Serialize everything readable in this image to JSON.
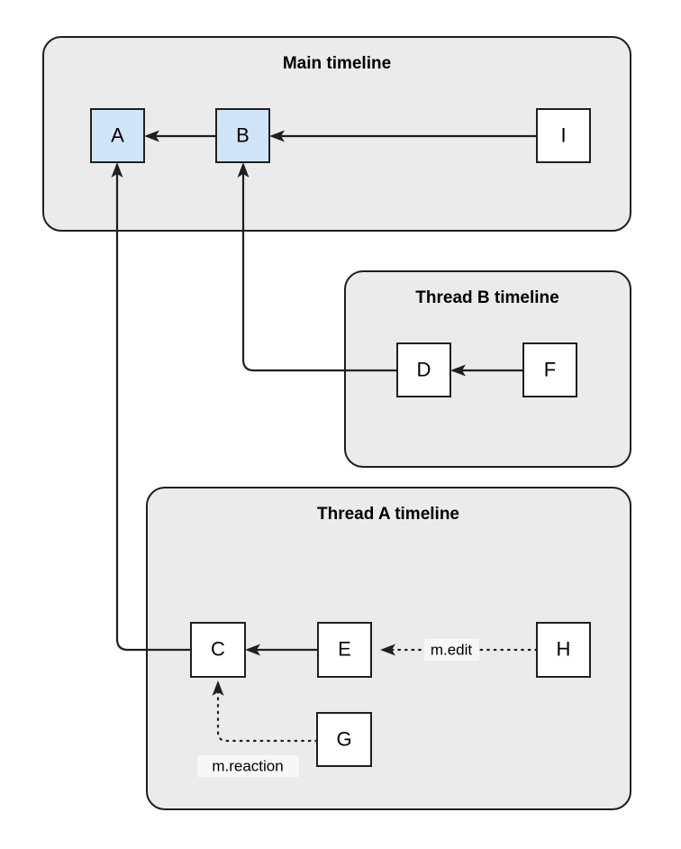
{
  "diagram": {
    "title": "Matrix threaded event timelines",
    "background_color": "#ffffff",
    "groups": [
      {
        "id": "main",
        "label": "Main timeline",
        "fill": "#ebebeb",
        "stroke": "#1f1f1f"
      },
      {
        "id": "thread_b",
        "label": "Thread B timeline",
        "fill": "#ebebeb",
        "stroke": "#1f1f1f"
      },
      {
        "id": "thread_a",
        "label": "Thread A timeline",
        "fill": "#ebebeb",
        "stroke": "#1f1f1f"
      }
    ],
    "nodes": [
      {
        "id": "A",
        "label": "A",
        "group": "main",
        "fill": "#cfe5f7",
        "stroke": "#1f1f1f"
      },
      {
        "id": "B",
        "label": "B",
        "group": "main",
        "fill": "#cfe5f7",
        "stroke": "#1f1f1f"
      },
      {
        "id": "I",
        "label": "I",
        "group": "main",
        "fill": "#ffffff",
        "stroke": "#1f1f1f"
      },
      {
        "id": "D",
        "label": "D",
        "group": "thread_b",
        "fill": "#ffffff",
        "stroke": "#1f1f1f"
      },
      {
        "id": "F",
        "label": "F",
        "group": "thread_b",
        "fill": "#ffffff",
        "stroke": "#1f1f1f"
      },
      {
        "id": "C",
        "label": "C",
        "group": "thread_a",
        "fill": "#ffffff",
        "stroke": "#1f1f1f"
      },
      {
        "id": "E",
        "label": "E",
        "group": "thread_a",
        "fill": "#ffffff",
        "stroke": "#1f1f1f"
      },
      {
        "id": "H",
        "label": "H",
        "group": "thread_a",
        "fill": "#ffffff",
        "stroke": "#1f1f1f"
      },
      {
        "id": "G",
        "label": "G",
        "group": "thread_a",
        "fill": "#ffffff",
        "stroke": "#1f1f1f"
      }
    ],
    "edges": [
      {
        "id": "b-to-a",
        "from": "B",
        "to": "A",
        "style": "solid",
        "label": ""
      },
      {
        "id": "i-to-b",
        "from": "I",
        "to": "B",
        "style": "solid",
        "label": ""
      },
      {
        "id": "f-to-d",
        "from": "F",
        "to": "D",
        "style": "solid",
        "label": ""
      },
      {
        "id": "d-to-b",
        "from": "D",
        "to": "B",
        "style": "solid",
        "label": ""
      },
      {
        "id": "e-to-c",
        "from": "E",
        "to": "C",
        "style": "solid",
        "label": ""
      },
      {
        "id": "c-to-a",
        "from": "C",
        "to": "A",
        "style": "solid",
        "label": ""
      },
      {
        "id": "h-to-e",
        "from": "H",
        "to": "E",
        "style": "dotted",
        "label": "m.edit"
      },
      {
        "id": "g-to-c",
        "from": "G",
        "to": "C",
        "style": "dotted",
        "label": "m.reaction"
      }
    ],
    "labels": {
      "main_timeline": "Main timeline",
      "thread_b_timeline": "Thread B timeline",
      "thread_a_timeline": "Thread A timeline",
      "node_a": "A",
      "node_b": "B",
      "node_c": "C",
      "node_d": "D",
      "node_e": "E",
      "node_f": "F",
      "node_g": "G",
      "node_h": "H",
      "node_i": "I",
      "edge_m_edit": "m.edit",
      "edge_m_reaction": "m.reaction"
    }
  }
}
